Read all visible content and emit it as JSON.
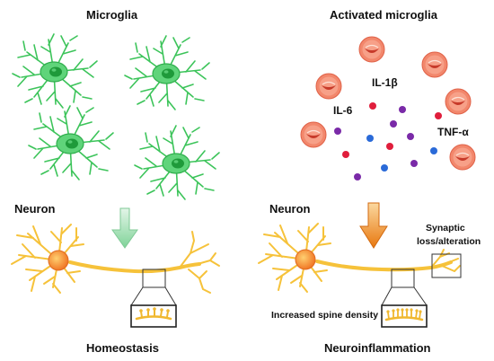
{
  "labels": {
    "microglia": "Microglia",
    "activated_microglia": "Activated microglia",
    "il1b": "IL-1β",
    "il6": "IL-6",
    "tnfa": "TNF-α",
    "neuron_left": "Neuron",
    "neuron_right": "Neuron",
    "synaptic_line1": "Synaptic",
    "synaptic_line2": "loss/alteration",
    "increased_spine_density": "Increased spine density",
    "homeostasis": "Homeostasis",
    "neuroinflammation": "Neuroinflammation"
  },
  "colors": {
    "microglia_green": "#3cc45a",
    "nucleus_green": "#1f9a3a",
    "neuron_yellow": "#f6c23a",
    "neuron_soma_orange": "#f07a2a",
    "activated_cell_red": "#f0856a",
    "homeostasis_arrow": "#9bdcb0",
    "inflammation_arrow": "#f08c1e",
    "cytokine_red": "#e01e3c",
    "cytokine_purple": "#7a2aa8",
    "cytokine_blue": "#2a6ad8"
  },
  "icons": {
    "microglia": "microglia-cell-icon",
    "activated_cell": "activated-microglia-cell-icon",
    "neuron": "neuron-icon",
    "arrow": "down-arrow-icon",
    "zoom_box": "zoom-box-icon"
  }
}
